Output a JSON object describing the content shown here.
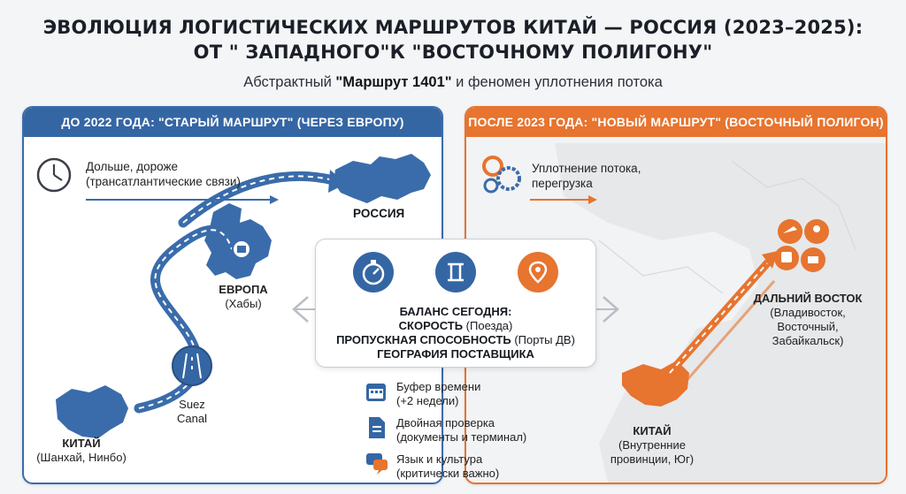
{
  "header": {
    "title_line1": "ЭВОЛЮЦИЯ ЛОГИСТИЧЕСКИХ МАРШРУТОВ КИТАЙ — РОССИЯ (2023–2025):",
    "title_line2": "ОТ \" ЗАПАДНОГО\"К \"ВОСТОЧНОМУ ПОЛИГОНУ\"",
    "subtitle_prefix": "Абстрактный ",
    "subtitle_bold": "\"Маршрут 1401\"",
    "subtitle_suffix": " и феномен уплотнения потока"
  },
  "left_panel": {
    "header": "ДО 2022 ГОДА: \"СТАРЫЙ МАРШРУТ\" (ЧЕРЕЗ ЕВРОПУ)",
    "note_line1": "Дольше, дороже",
    "note_line2": "(трансатлантические связи)",
    "russia": "РОССИЯ",
    "europe": "ЕВРОПА",
    "europe_sub": "(Хабы)",
    "suez_line1": "Suez",
    "suez_line2": "Canal",
    "china": "КИТАЙ",
    "china_sub": "(Шанхай, Нинбо)",
    "icons": [
      "clock-icon",
      "suez-canal-icon",
      "hub-icon"
    ],
    "accent": "#3566a4"
  },
  "right_panel": {
    "header": "ПОСЛЕ 2023 ГОДА: \"НОВЫЙ МАРШРУТ\" (ВОСТОЧНЫЙ ПОЛИГОН)",
    "note_line1": "Уплотнение потока,",
    "note_line2": "перегрузка",
    "far_east": "ДАЛЬНИЙ ВОСТОК",
    "far_east_line1": "(Владивосток,",
    "far_east_line2": "Восточный,",
    "far_east_line3": "Забайкальск)",
    "china": "КИТАЙ",
    "china_line1": "(Внутренние",
    "china_line2": "провинции, Юг)",
    "icons": [
      "gears-icon",
      "plane-icon",
      "location-pin-icon",
      "train-icon",
      "port-icon"
    ],
    "accent": "#e7742f"
  },
  "center": {
    "heading": "БАЛАНС СЕГОДНЯ:",
    "line1_bold": "СКОРОСТЬ",
    "line1_rest": " (Поезда)",
    "line2_bold": "ПРОПУСКНАЯ СПОСОБНОСТЬ",
    "line2_rest": " (Порты ДВ)",
    "line3_bold": "ГЕОГРАФИЯ ПОСТАВЩИКА",
    "icons": [
      "stopwatch-icon",
      "port-crane-icon",
      "map-pin-icon"
    ]
  },
  "tips": [
    {
      "line1": "Буфер времени",
      "line2": "(+2 недели)",
      "icon": "calendar-icon"
    },
    {
      "line1": "Двойная проверка",
      "line2": "(документы и терминал)",
      "icon": "document-icon"
    },
    {
      "line1": "Язык и культура",
      "line2": "(критически важно)",
      "icon": "chat-icon"
    }
  ]
}
